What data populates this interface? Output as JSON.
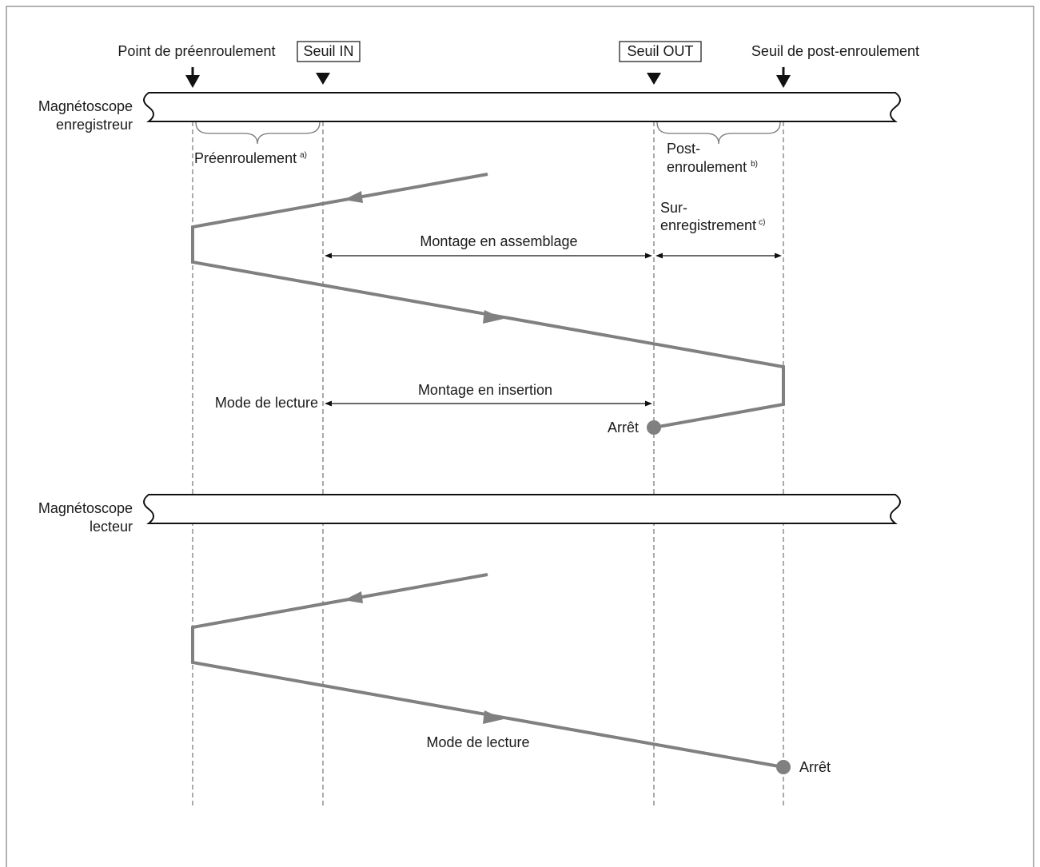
{
  "markers": {
    "preroll_point": "Point de préenroulement",
    "in_point": "Seuil IN",
    "out_point": "Seuil OUT",
    "postroll_point": "Seuil de post-enroulement"
  },
  "recorder": {
    "line1": "Magnétoscope",
    "line2": "enregistreur"
  },
  "player": {
    "line1": "Magnétoscope",
    "line2": "lecteur"
  },
  "preroll": {
    "label": "Préenroulement",
    "note": "a)"
  },
  "postroll": {
    "line1": "Post-",
    "line2": "enroulement",
    "note": "b)"
  },
  "overrecord": {
    "line1": "Sur-",
    "line2": "enregistrement",
    "note": "c)"
  },
  "assemble_edit": "Montage en assemblage",
  "insert_edit": "Montage en insertion",
  "play_mode_recorder": "Mode de lecture",
  "play_mode_player": "Mode de lecture",
  "stop_recorder": "Arrêt",
  "stop_player": "Arrêt",
  "colors": {
    "path": "#808080",
    "ink": "#111111",
    "guide": "#555555"
  }
}
